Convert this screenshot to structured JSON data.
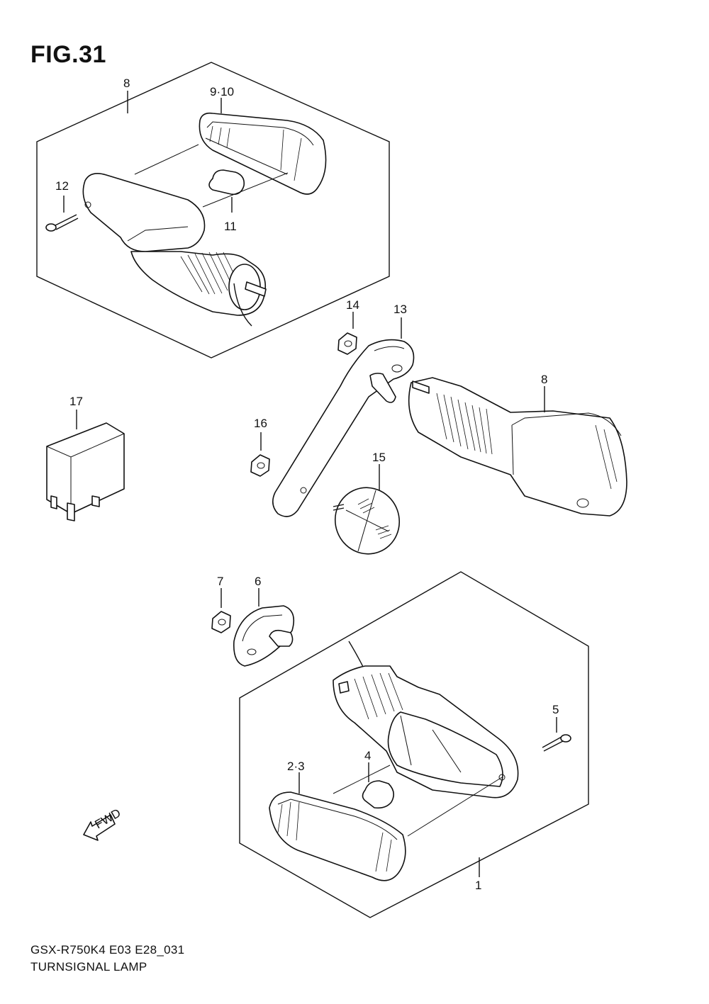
{
  "figure": {
    "title": "FIG.31"
  },
  "footer": {
    "code": "GSX-R750K4 E03 E28_031",
    "name": "TURNSIGNAL LAMP"
  },
  "fwd_label": "FWD",
  "callouts": {
    "c1": "1",
    "c2_3": "2·3",
    "c4": "4",
    "c5": "5",
    "c6": "6",
    "c7": "7",
    "c8_top": "8",
    "c8_mid": "8",
    "c9_10": "9·10",
    "c11": "11",
    "c12": "12",
    "c13": "13",
    "c14": "14",
    "c15": "15",
    "c16": "16",
    "c17": "17"
  }
}
